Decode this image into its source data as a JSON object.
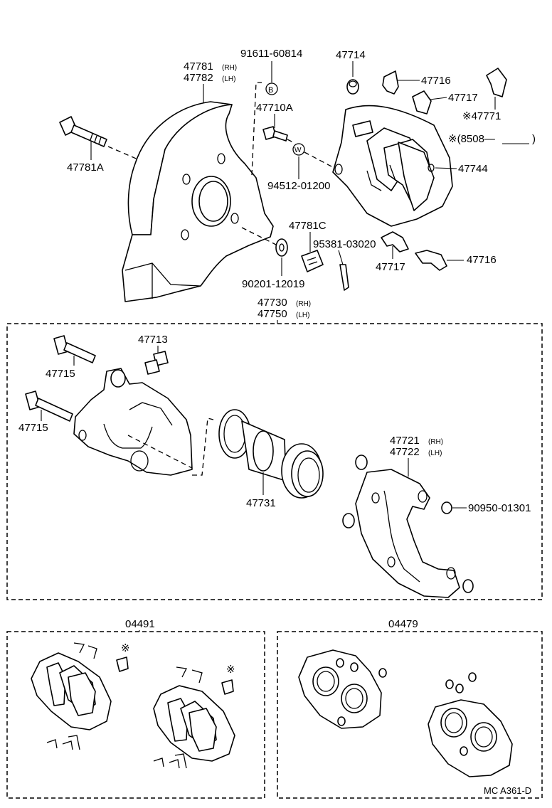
{
  "labels": {
    "p91611": "91611-60814",
    "p47781": "47781",
    "p47782": "47782",
    "rh": "(RH)",
    "lh": "(LH)",
    "p47710A": "47710A",
    "p47781A": "47781A",
    "p94512": "94512-01200",
    "p47781C": "47781C",
    "p95381": "95381-03020",
    "p90201": "90201-12019",
    "p47714": "47714",
    "p47716a": "47716",
    "p47717a": "47717",
    "p47771": "※47771",
    "p8508": "※(8508—",
    "p8508end": ")",
    "p47744": "47744",
    "p47717b": "47717",
    "p47716b": "47716",
    "p47730": "47730",
    "p47750": "47750",
    "p47713": "47713",
    "p47715a": "47715",
    "p47715b": "47715",
    "p47731": "47731",
    "p47721": "47721",
    "p47722": "47722",
    "p90950": "90950-01301",
    "p04491": "04491",
    "p04479": "04479",
    "mark1": "※",
    "mark2": "※",
    "circleB": "B",
    "circleW": "W",
    "footer": "MC  A361-D"
  }
}
